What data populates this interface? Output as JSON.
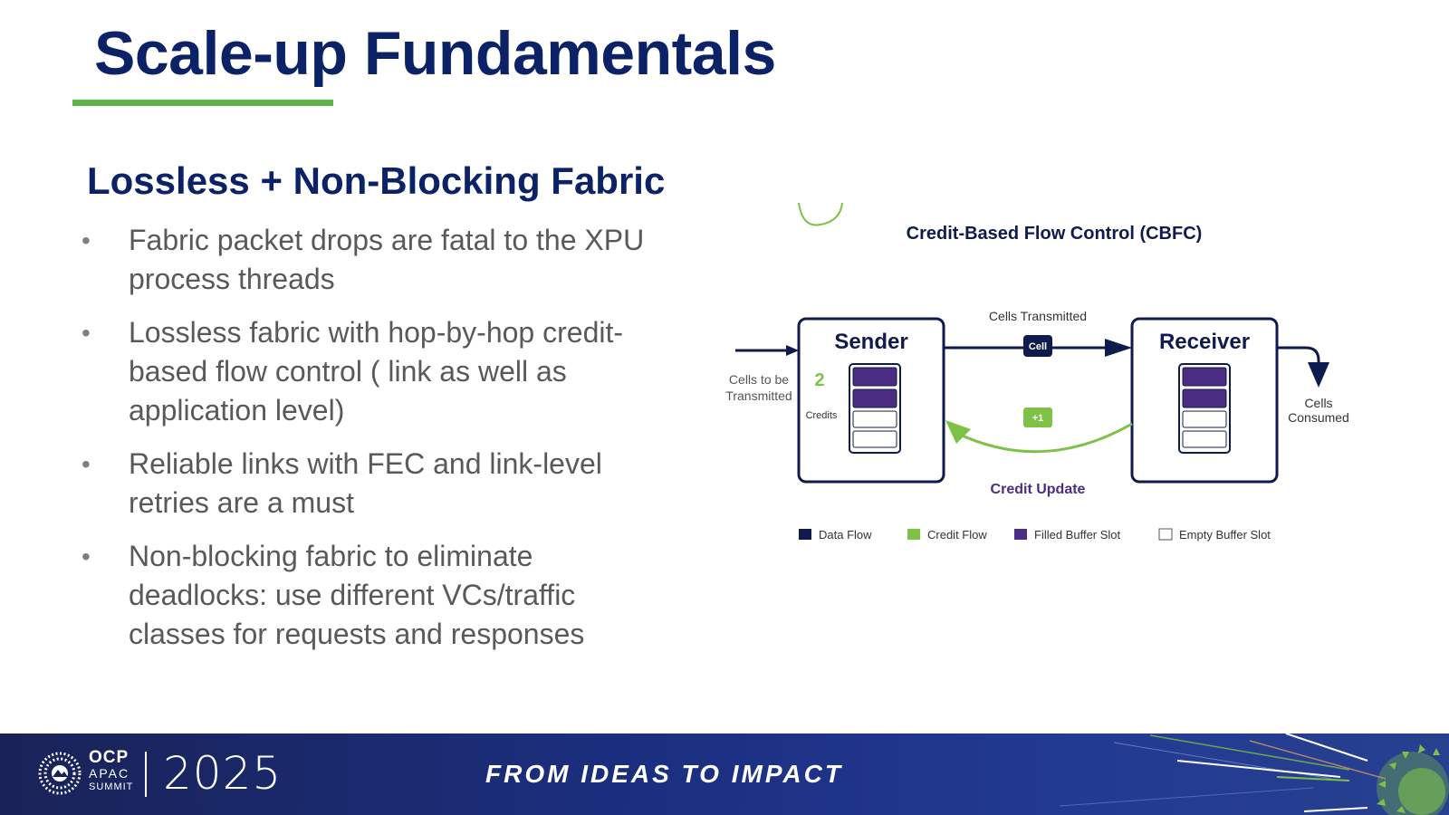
{
  "slide": {
    "title": "Scale-up Fundamentals",
    "subtitle": "Lossless + Non-Blocking Fabric",
    "bullets": [
      "Fabric packet drops are fatal to the XPU process threads",
      "Lossless fabric with hop-by-hop credit-based flow control ( link as well as application level)",
      "Reliable links with FEC and link-level retries are a must",
      "Non-blocking fabric to eliminate deadlocks: use different VCs/traffic classes for requests and responses"
    ],
    "bullet_glyph": "•"
  },
  "diagram": {
    "title": "Credit-Based Flow Control (CBFC)",
    "sender_label": "Sender",
    "receiver_label": "Receiver",
    "credits_value": "2",
    "credits_label": "Credits",
    "cells_tx_label": "Cells Transmitted",
    "cell_badge": "Cell",
    "plus_badge": "+1",
    "credit_update_label": "Credit Update",
    "cells_to_be": "Cells to be",
    "transmitted": "Transmitted",
    "cells": "Cells",
    "consumed": "Consumed",
    "legend": {
      "data_flow": "Data Flow",
      "credit_flow": "Credit Flow",
      "filled_slot": "Filled Buffer Slot",
      "empty_slot": "Empty Buffer Slot"
    },
    "colors": {
      "navy": "#0f1b4c",
      "green": "#7dc146",
      "purple": "#4b2e83"
    }
  },
  "footer": {
    "brand_ocp": "OCP",
    "brand_apac": "APAC",
    "brand_summit": "SUMMIT",
    "year": "2025",
    "tagline": "FROM IDEAS TO IMPACT"
  }
}
